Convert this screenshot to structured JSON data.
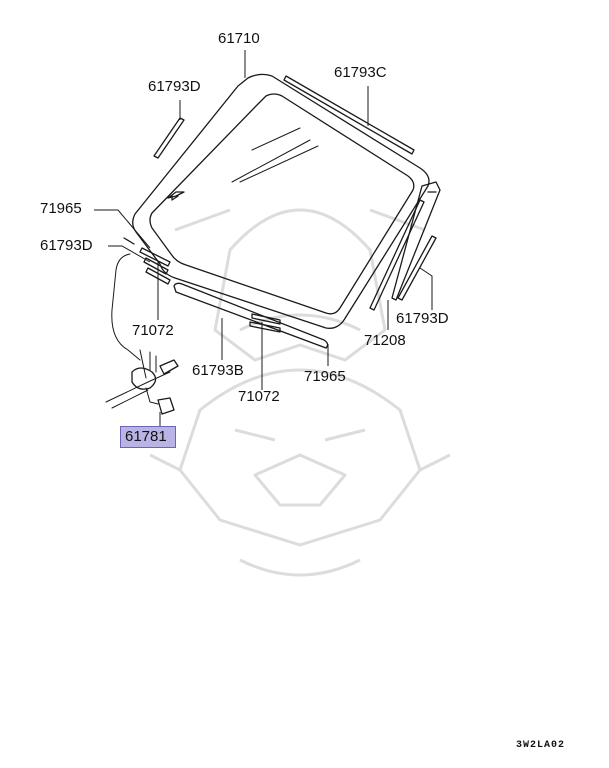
{
  "diagram": {
    "parts": [
      {
        "id": "61710"
      },
      {
        "id": "61793D"
      },
      {
        "id": "61793C"
      },
      {
        "id": "71965"
      },
      {
        "id": "61793D"
      },
      {
        "id": "71072"
      },
      {
        "id": "61793B"
      },
      {
        "id": "71072"
      },
      {
        "id": "71965"
      },
      {
        "id": "71208"
      },
      {
        "id": "61793D"
      },
      {
        "id": "61781",
        "highlight": "#b9b3e6"
      }
    ],
    "figure_code": "3W2LA02"
  }
}
